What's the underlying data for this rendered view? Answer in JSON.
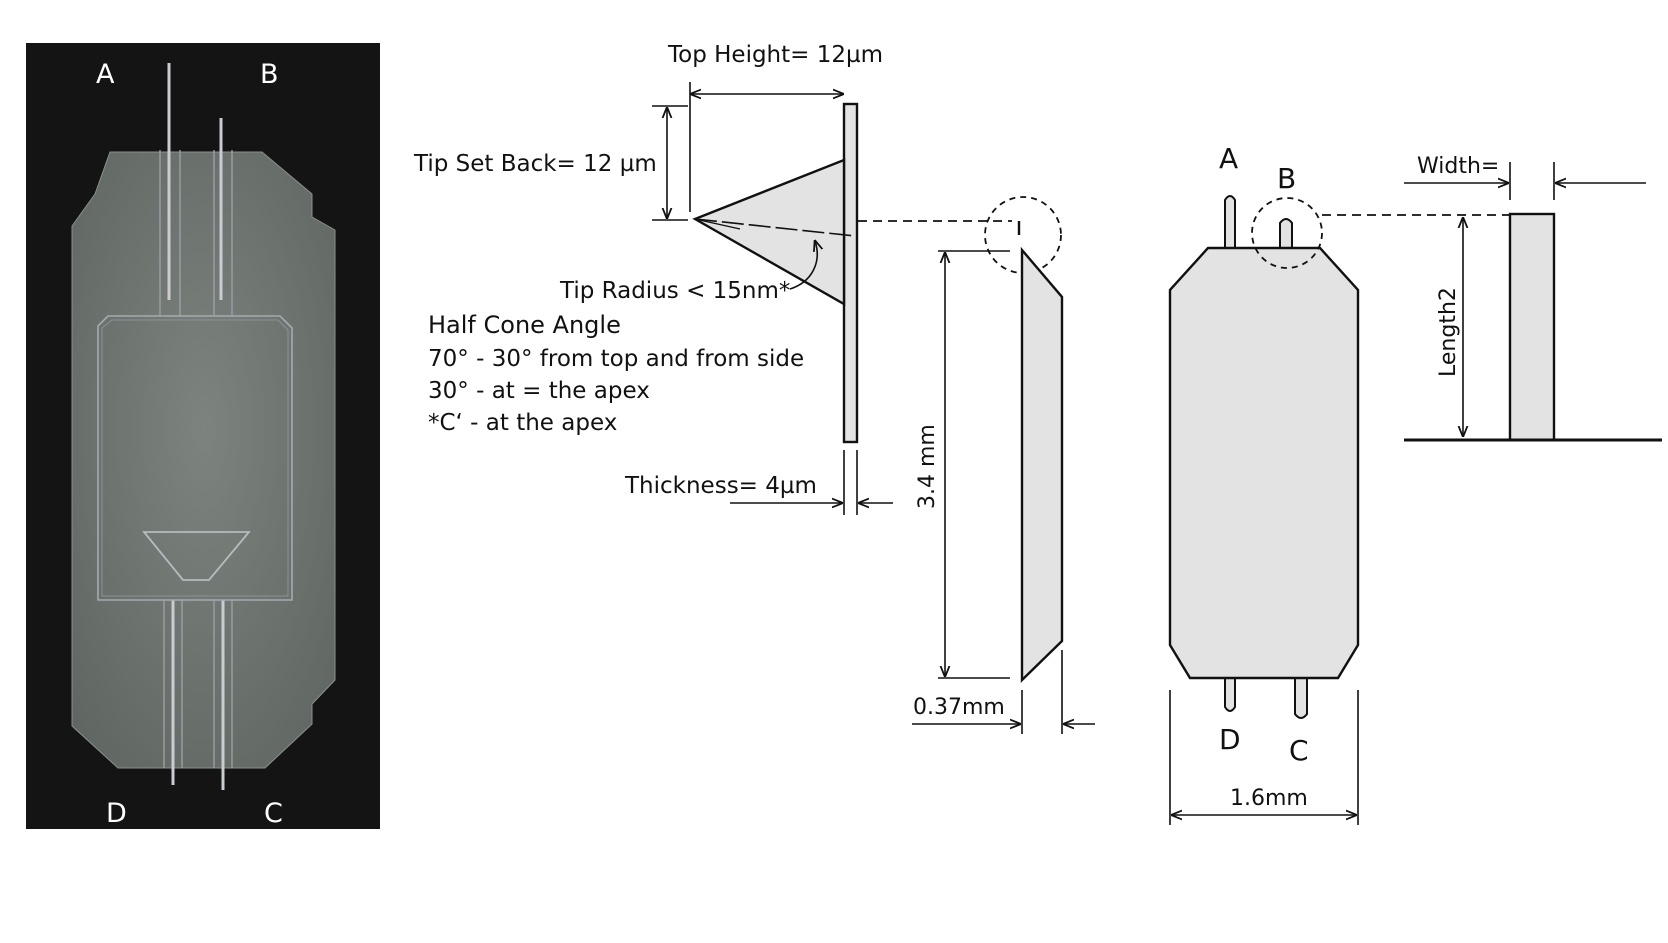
{
  "photo": {
    "labels": {
      "a": "A",
      "b": "B",
      "c": "C",
      "d": "D"
    }
  },
  "tip_detail": {
    "top_height": "Top Height= 12µm",
    "tip_set_back": "Tip Set Back= 12 µm",
    "tip_radius": "Tip Radius < 15nm*",
    "half_cone_title": "Half Cone Angle",
    "half_cone_line1": "70° - 30° from top and from side",
    "half_cone_line2": "30° - at = the apex",
    "half_cone_line3": "*C‘ - at the apex",
    "thickness": "Thickness= 4µm"
  },
  "side_view": {
    "length": "3.4 mm",
    "width": "0.37mm"
  },
  "chip_schematic": {
    "labels": {
      "a": "A",
      "b": "B",
      "c": "C",
      "d": "D"
    },
    "width": "1.6mm"
  },
  "pin_detail": {
    "width": "Width=",
    "length": "Length2"
  },
  "colors": {
    "photo_background": "#141414",
    "chip_photo": "#6f7570",
    "shape_fill": "#e3e3e3",
    "line": "#111111"
  }
}
